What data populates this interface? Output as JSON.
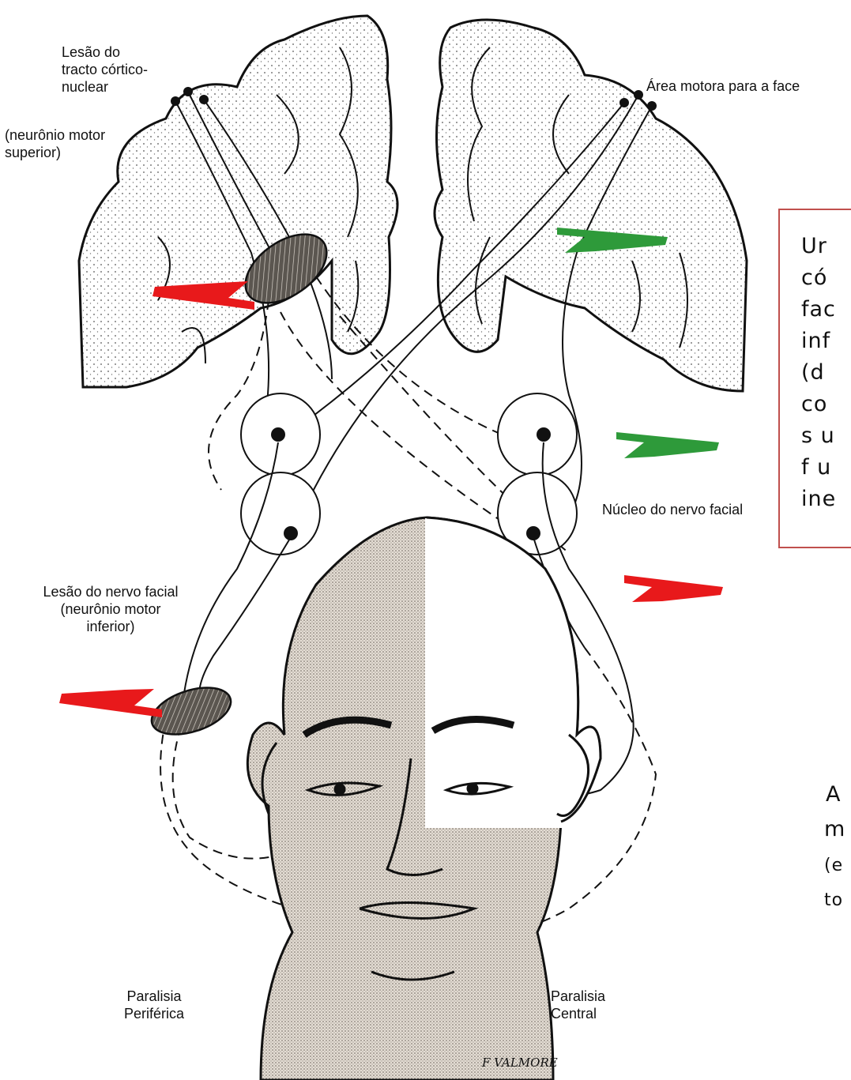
{
  "labels": {
    "lesao_tracto": "Lesão do\ntracto córtico-\nnuclear",
    "neuronio_superior": "(neurônio motor\nsuperior)",
    "area_motora": "Área motora para a face",
    "nucleo_facial": "Núcleo do nervo facial",
    "lesao_nervo": "Lesão do nervo facial\n(neurônio motor\ninferior)",
    "paralisia_periferica": "Paralisia\nPeriférica",
    "paralisia_central": "Paralisia\nCentral"
  },
  "right_box": {
    "text": "Ur\ncó\nfac\ninf\n(d\nco\ns u\nf u\nine"
  },
  "right_bottom_text": {
    "line1": "A",
    "line2": "m",
    "line3": "(e",
    "line4": "to"
  },
  "signature": "F VALMORE",
  "colors": {
    "lesion_arrow": "#e8191b",
    "pathway_arrow": "#2e9a3a",
    "box_border": "#c0504d"
  }
}
